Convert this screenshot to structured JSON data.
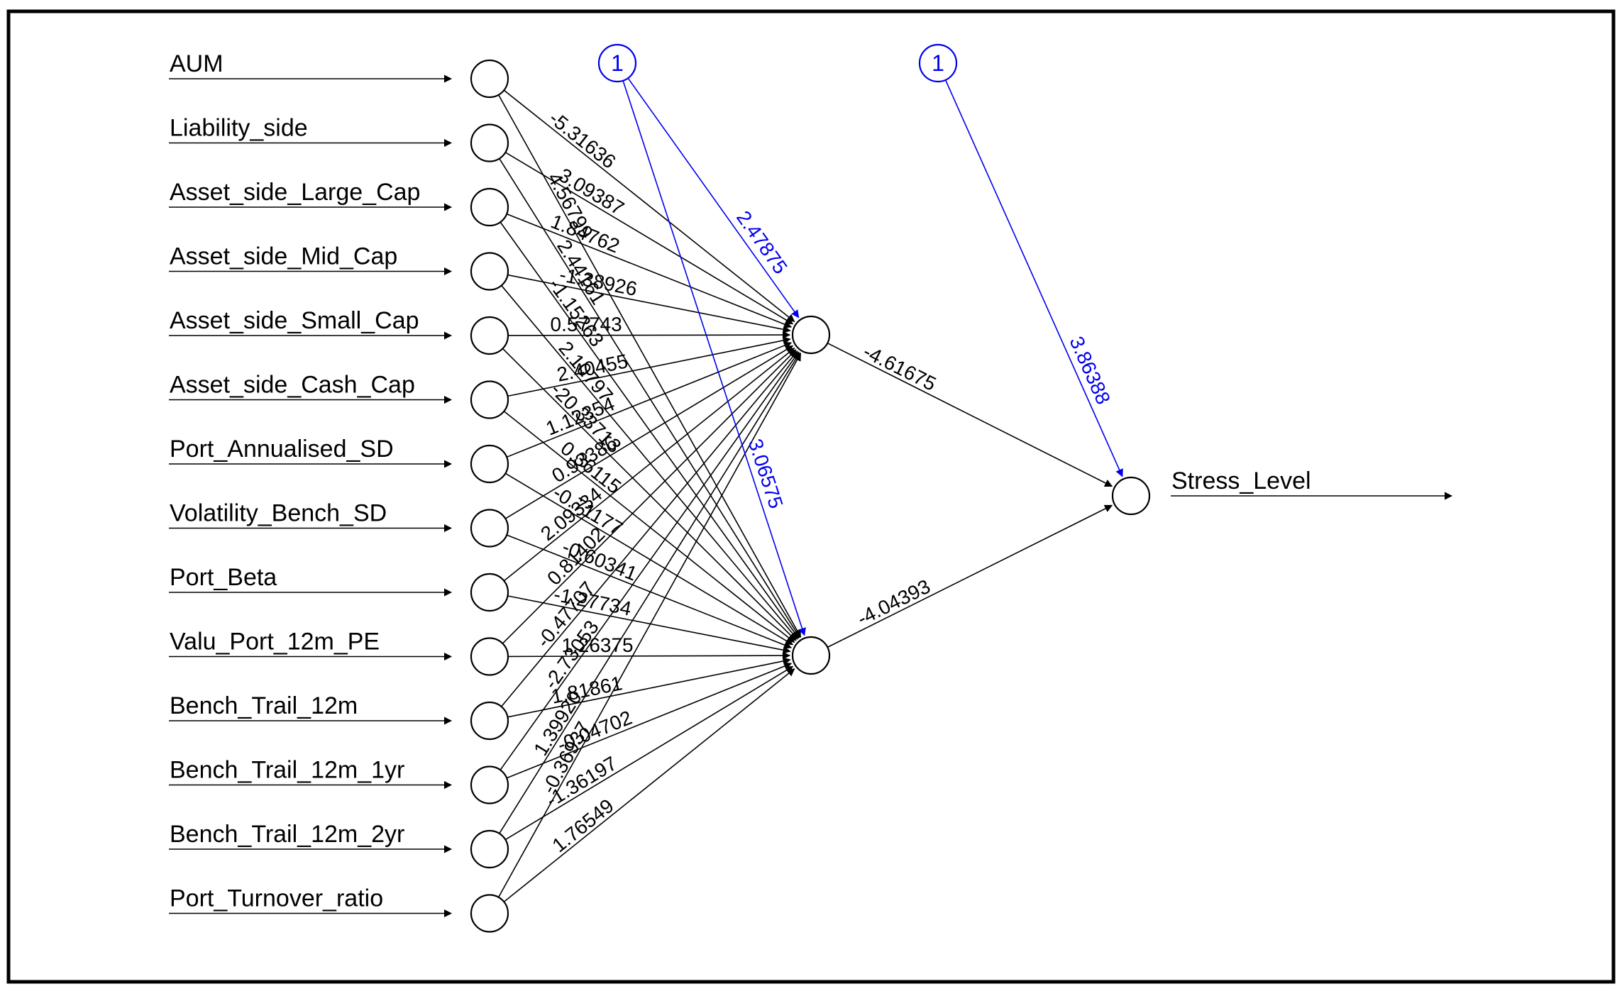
{
  "inputs": [
    "AUM",
    "Liability_side",
    "Asset_side_Large_Cap",
    "Asset_side_Mid_Cap",
    "Asset_side_Small_Cap",
    "Asset_side_Cash_Cap",
    "Port_Annualised_SD",
    "Volatility_Bench_SD",
    "Port_Beta",
    "Valu_Port_12m_PE",
    "Bench_Trail_12m",
    "Bench_Trail_12m_1yr",
    "Bench_Trail_12m_2yr",
    "Port_Turnover_ratio"
  ],
  "output": "Stress_Level",
  "bias_label": "1",
  "colors": {
    "edge": "#000000",
    "bias": "#0000ee"
  },
  "hidden_weights": [
    [
      "-5.31636",
      "4.56799"
    ],
    [
      "3.09387",
      "2.44161"
    ],
    [
      "1.84762",
      "-1.15263"
    ],
    [
      "-1.38926",
      "2.10797"
    ],
    [
      "0.57743",
      "-20.33713"
    ],
    [
      "2.40455",
      "0.36115"
    ],
    [
      "1.12354",
      "-0.71177"
    ],
    [
      "0.93386",
      "-0.60341"
    ],
    [
      "2.09334",
      "-1.27734"
    ],
    [
      "0.81402",
      "1.26375"
    ],
    [
      "-0.47707",
      "1.81861"
    ],
    [
      "-2.73053",
      "-0.04702"
    ],
    [
      "1.39920",
      "-1.36197"
    ],
    [
      "-0.36937",
      "1.76549"
    ]
  ],
  "hidden_bias_weights": [
    "2.47875",
    "3.06575"
  ],
  "output_weights": [
    "-4.61675",
    "-4.04393"
  ],
  "output_bias_weight": "3.86388"
}
